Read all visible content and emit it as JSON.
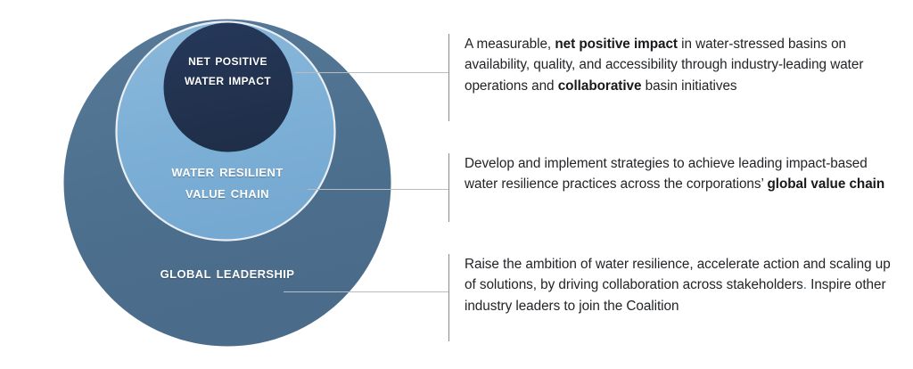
{
  "diagram": {
    "title": "Net Positive Water Impact nested ambition diagram",
    "colors": {
      "outer_circle": "#4d708f",
      "middle_circle": "#7cafd6",
      "inner_circle": "#22334f",
      "label_text": "#ffffff",
      "body_text": "#222427",
      "connector_line": "#b9bdc1",
      "divider_rule": "#868b90",
      "link_accent": "#2f6fb5",
      "background": "#ffffff"
    },
    "rings": [
      {
        "id": "global-leadership",
        "label_line_1": "Global Leadership",
        "label_line_2": "",
        "fill": "#4d708f"
      },
      {
        "id": "water-resilient-value-chain",
        "label_line_1": "Water Resilient",
        "label_line_2": "Value Chain",
        "fill": "#7cafd6"
      },
      {
        "id": "net-positive-water-impact",
        "label_line_1": "Net Positive",
        "label_line_2": "Water Impact",
        "fill": "#22334f"
      }
    ]
  },
  "descriptions": [
    {
      "id": "net-positive-water-impact-desc",
      "segments": [
        {
          "text": "A measurable, ",
          "bold": false
        },
        {
          "text": "net positive impact",
          "bold": true
        },
        {
          "text": " in water-stressed basins on availability, quality, and accessibility through industry-leading water operations and ",
          "bold": false
        },
        {
          "text": "collaborative",
          "bold": true
        },
        {
          "text": " basin initiatives",
          "bold": false
        }
      ]
    },
    {
      "id": "water-resilient-value-chain-desc",
      "segments": [
        {
          "text": "Develop and implement strategies to achieve leading impact-based water resilience practices across the corporations’ ",
          "bold": false
        },
        {
          "text": "global value chain",
          "bold": true
        }
      ]
    },
    {
      "id": "global-leadership-desc",
      "segments": [
        {
          "text": "Raise the ambition of water resilience, accelerate action and scaling up of solutions, by driving collaboration across stakeholders",
          "bold": false
        },
        {
          "text": ".",
          "bold": false,
          "accent": true
        },
        {
          "text": " Inspire other industry leaders to join the Coalition",
          "bold": false
        }
      ]
    }
  ]
}
